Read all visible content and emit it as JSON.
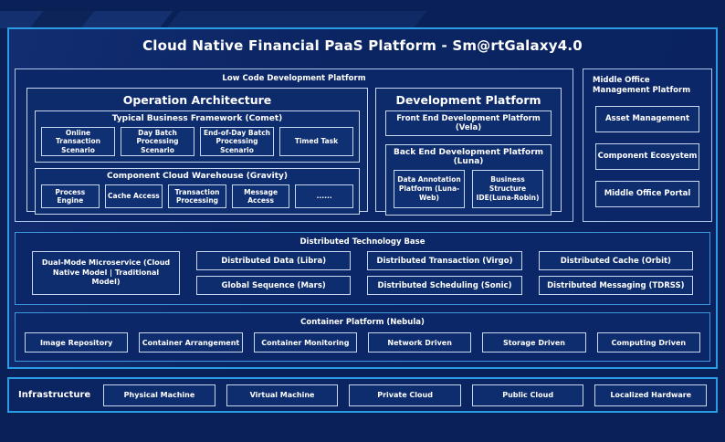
{
  "title": "Cloud Native Financial PaaS Platform - Sm@rtGalaxy4.0",
  "low_code": {
    "label": "Low Code Development Platform",
    "operation_architecture": {
      "title": "Operation Architecture",
      "typical_business": {
        "title": "Typical Business Framework (Comet)",
        "items": [
          "Online Transaction Scenario",
          "Day Batch Processing Scenario",
          "End-of-Day Batch Processing Scenario",
          "Timed Task"
        ]
      },
      "component_cloud": {
        "title": "Component Cloud Warehouse (Gravity)",
        "items": [
          "Process Engine",
          "Cache Access",
          "Transaction Processing",
          "Message Access",
          "......"
        ]
      }
    },
    "development_platform": {
      "title": "Development Platform",
      "front_end": "Front End Development Platform (Vela)",
      "back_end": {
        "title": "Back End Development Platform (Luna)",
        "items": [
          "Data Annotation Platform (Luna-Web)",
          "Business Structure IDE(Luna-Robin)"
        ]
      }
    }
  },
  "middle_office": {
    "label": "Middle Office Management Platform",
    "items": [
      "Asset Management",
      "Component Ecosystem",
      "Middle Office Portal"
    ]
  },
  "distributed": {
    "label": "Distributed Technology Base",
    "dual_mode": "Dual-Mode Microservice (Cloud Native Model | Traditional Model)",
    "row1": [
      "Distributed Data (Libra)",
      "Distributed Transaction (Virgo)",
      "Distributed Cache (Orbit)"
    ],
    "row2": [
      "Global Sequence (Mars)",
      "Distributed Scheduling (Sonic)",
      "Distributed Messaging (TDRSS)"
    ]
  },
  "container_platform": {
    "label": "Container Platform (Nebula)",
    "items": [
      "Image Repository",
      "Container Arrangement",
      "Container Monitoring",
      "Network Driven",
      "Storage Driven",
      "Computing Driven"
    ]
  },
  "infrastructure": {
    "label": "Infrastructure",
    "items": [
      "Physical Machine",
      "Virtual Machine",
      "Private Cloud",
      "Public Cloud",
      "Localized Hardware"
    ]
  },
  "colors": {
    "background": "#0a2157",
    "outer_border": "#2b9be6",
    "section_border_light": "#aec6ea",
    "section_border_cyan": "#3f97e0",
    "inner_border": "#c9d8f0",
    "text": "#ffffff"
  }
}
